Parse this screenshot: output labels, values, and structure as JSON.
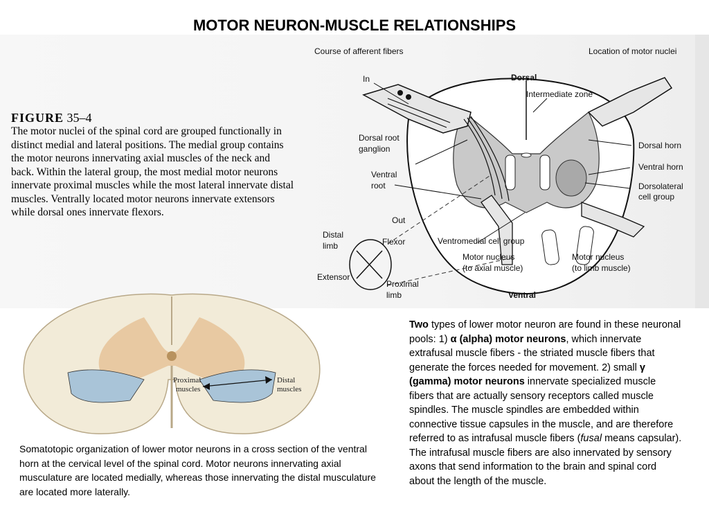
{
  "title": "MOTOR NEURON-MUSCLE RELATIONSHIPS",
  "figure": {
    "label": "FIGURE",
    "number": "35–4",
    "caption": "The motor nuclei of the spinal cord are grouped functionally in distinct medial and lateral positions. The medial group contains the motor neurons innervating axial muscles of the neck and back. Within the lateral group, the most medial motor neurons innervate proximal muscles while the most lateral innervate distal muscles. Ventrally located motor neurons innervate extensors while dorsal ones innervate flexors."
  },
  "diagram": {
    "heading_left": "Course of afferent fibers",
    "heading_right": "Location of motor nuclei",
    "dorsal": "Dorsal",
    "ventral": "Ventral",
    "in": "In",
    "out": "Out",
    "intermediate_zone": "Intermediate zone",
    "dorsal_root_ganglion_1": "Dorsal root",
    "dorsal_root_ganglion_2": "ganglion",
    "ventral_root_1": "Ventral",
    "ventral_root_2": "root",
    "dorsal_horn": "Dorsal horn",
    "ventral_horn": "Ventral horn",
    "dorsolateral_1": "Dorsolateral",
    "dorsolateral_2": "cell group",
    "distal_limb_1": "Distal",
    "distal_limb_2": "limb",
    "flexor": "Flexor",
    "extensor": "Extensor",
    "proximal_limb_1": "Proximal",
    "proximal_limb_2": "limb",
    "ventromedial": "Ventromedial cell group",
    "motor_axial_1": "Motor nucleus",
    "motor_axial_2": "(to axial muscle)",
    "motor_limb_1": "Motor nucleus",
    "motor_limb_2": "(to limb muscle)"
  },
  "cross_section": {
    "proximal_1": "Proximal",
    "proximal_2": "muscles",
    "distal_1": "Distal",
    "distal_2": "muscles"
  },
  "caption_left": "Somatotopic organization of lower motor neurons in a cross section of the ventral horn at the cervical level of the spinal cord. Motor neurons innervating axial musculature are located medially, whereas those innervating the distal musculature are located more laterally.",
  "caption_right": {
    "p1_bold": "Two",
    "p2": " types of lower motor neuron are found in these neuronal pools: 1) ",
    "p3_bold": "α (alpha) motor neurons",
    "p4": ", which innervate extrafusal muscle fibers - the striated muscle fibers that generate the forces needed for movement. 2) small ",
    "p5_bold": "γ (gamma) motor neurons",
    "p6": " innervate specialized muscle fibers that are actually sensory receptors called muscle spindles. The muscle spindles are embedded within connective tissue capsules in the muscle, and are therefore referred to as intrafusal muscle fibers (",
    "p7_italic": "fusal",
    "p8": " means capsular). The intrafusal muscle fibers are also innervated by sensory axons that send information to the brain and spinal cord about the length of the muscle."
  }
}
